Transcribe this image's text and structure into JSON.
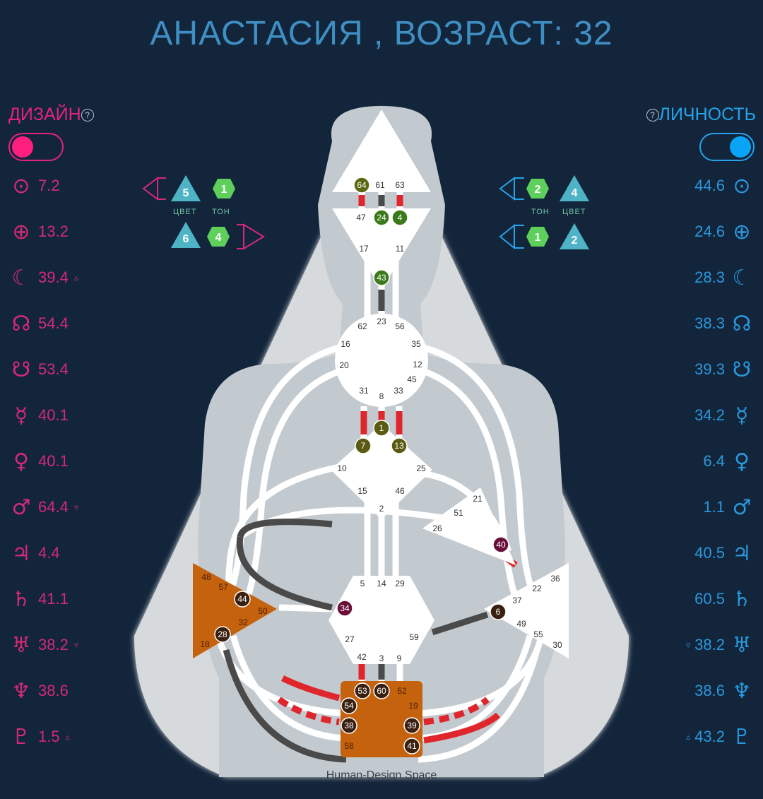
{
  "title": "АНАСТАСИЯ , ВОЗРАСТ: 32",
  "design": {
    "label": "ДИЗАЙН",
    "help_icon": "?",
    "color": "#e5237e",
    "planets": [
      {
        "icon": "sun-icon",
        "symbol": "⊙",
        "value": "7.2",
        "note": ""
      },
      {
        "icon": "earth-icon",
        "symbol": "⊕",
        "value": "13.2",
        "note": ""
      },
      {
        "icon": "moon-icon",
        "symbol": "☾",
        "value": "39.4",
        "note": "▵"
      },
      {
        "icon": "north-node-icon",
        "symbol": "☊",
        "value": "54.4",
        "note": ""
      },
      {
        "icon": "south-node-icon",
        "symbol": "☋",
        "value": "53.4",
        "note": ""
      },
      {
        "icon": "mercury-icon",
        "symbol": "☿",
        "value": "40.1",
        "note": ""
      },
      {
        "icon": "venus-icon",
        "symbol": "♀",
        "value": "40.1",
        "note": ""
      },
      {
        "icon": "mars-icon",
        "symbol": "♂",
        "value": "64.4",
        "note": "▿"
      },
      {
        "icon": "jupiter-icon",
        "symbol": "♃",
        "value": "4.4",
        "note": ""
      },
      {
        "icon": "saturn-icon",
        "symbol": "♄",
        "value": "41.1",
        "note": ""
      },
      {
        "icon": "uranus-icon",
        "symbol": "♅",
        "value": "38.2",
        "note": "▿"
      },
      {
        "icon": "neptune-icon",
        "symbol": "♆",
        "value": "38.6",
        "note": ""
      },
      {
        "icon": "pluto-icon",
        "symbol": "♇",
        "value": "1.5",
        "note": "▵"
      }
    ],
    "variables": {
      "top_color": "5",
      "top_tone": "1",
      "bottom_color": "6",
      "bottom_tone": "4",
      "label_color": "ЦВЕТ",
      "label_tone": "ТОН"
    }
  },
  "personality": {
    "label": "ЛИЧНОСТЬ",
    "help_icon": "?",
    "color": "#27a2ea",
    "planets": [
      {
        "icon": "sun-icon",
        "symbol": "⊙",
        "value": "44.6",
        "note": ""
      },
      {
        "icon": "earth-icon",
        "symbol": "⊕",
        "value": "24.6",
        "note": ""
      },
      {
        "icon": "moon-icon",
        "symbol": "☾",
        "value": "28.3",
        "note": ""
      },
      {
        "icon": "north-node-icon",
        "symbol": "☊",
        "value": "38.3",
        "note": ""
      },
      {
        "icon": "south-node-icon",
        "symbol": "☋",
        "value": "39.3",
        "note": ""
      },
      {
        "icon": "mercury-icon",
        "symbol": "☿",
        "value": "34.2",
        "note": ""
      },
      {
        "icon": "venus-icon",
        "symbol": "♀",
        "value": "6.4",
        "note": ""
      },
      {
        "icon": "mars-icon",
        "symbol": "♂",
        "value": "1.1",
        "note": ""
      },
      {
        "icon": "jupiter-icon",
        "symbol": "♃",
        "value": "40.5",
        "note": ""
      },
      {
        "icon": "saturn-icon",
        "symbol": "♄",
        "value": "60.5",
        "note": ""
      },
      {
        "icon": "uranus-icon",
        "symbol": "♅",
        "value": "38.2",
        "note": "▿"
      },
      {
        "icon": "neptune-icon",
        "symbol": "♆",
        "value": "38.6",
        "note": ""
      },
      {
        "icon": "pluto-icon",
        "symbol": "♇",
        "value": "43.2",
        "note": "▵"
      }
    ],
    "variables": {
      "top_tone": "2",
      "top_color": "4",
      "bottom_tone": "1",
      "bottom_color": "2",
      "label_color": "ЦВЕТ",
      "label_tone": "ТОН"
    }
  },
  "bodygraph": {
    "watermark": "Human-Design.Space",
    "head": {
      "gates": [
        "64",
        "61",
        "63"
      ],
      "active": [
        "64"
      ]
    },
    "ajna": {
      "gates": [
        "47",
        "24",
        "4",
        "17",
        "11",
        "43"
      ],
      "active": [
        "24",
        "4",
        "43"
      ]
    },
    "throat": {
      "gates": [
        "62",
        "23",
        "56",
        "16",
        "35",
        "20",
        "12",
        "45",
        "31",
        "8",
        "33"
      ]
    },
    "g": {
      "gates": [
        "1",
        "7",
        "13",
        "10",
        "25",
        "15",
        "46",
        "2"
      ],
      "active": [
        "1",
        "7",
        "13"
      ]
    },
    "heart": {
      "gates": [
        "21",
        "51",
        "26",
        "40"
      ],
      "active": [
        "40"
      ]
    },
    "sacral": {
      "gates": [
        "5",
        "14",
        "29",
        "34",
        "27",
        "59",
        "42",
        "3",
        "9"
      ],
      "active": [
        "34"
      ]
    },
    "spleen": {
      "gates": [
        "48",
        "57",
        "44",
        "50",
        "32",
        "28",
        "18"
      ],
      "active": [
        "44",
        "28"
      ]
    },
    "solar_plexus": {
      "gates": [
        "36",
        "22",
        "37",
        "6",
        "49",
        "55",
        "30"
      ],
      "active": [
        "6"
      ]
    },
    "root": {
      "gates": [
        "53",
        "60",
        "52",
        "54",
        "19",
        "38",
        "39",
        "58",
        "41"
      ],
      "active": [
        "53",
        "60",
        "54",
        "38",
        "39",
        "41"
      ]
    },
    "colors": {
      "defined": "#c4620e",
      "undefined": "#ffffff",
      "silhouette": "#d5d9dd",
      "design": "#e0262d",
      "personality": "#4a4a4a"
    }
  }
}
